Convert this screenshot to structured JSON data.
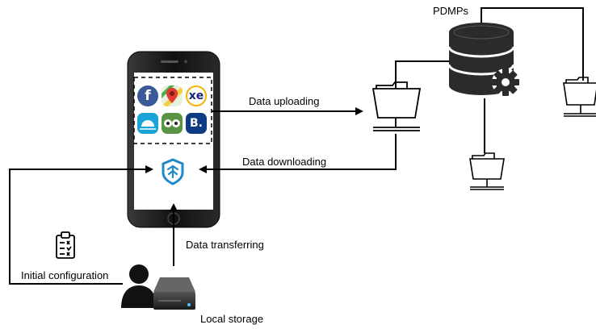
{
  "labels": {
    "pdmps": "PDMPs",
    "data_uploading": "Data uploading",
    "data_downloading": "Data downloading",
    "data_transferring": "Data transferring",
    "initial_configuration": "Initial configuration",
    "local_storage": "Local storage"
  },
  "apps": [
    {
      "name": "facebook-app-icon",
      "glyph": "f",
      "bg": "#3b5998"
    },
    {
      "name": "google-maps-app-icon",
      "glyph": "",
      "bg": "#ffffff"
    },
    {
      "name": "xe-app-icon",
      "glyph": "xe",
      "bg": "#ffffff"
    },
    {
      "name": "skyscanner-app-icon",
      "glyph": "",
      "bg": "#1aa3d6"
    },
    {
      "name": "tripadvisor-app-icon",
      "glyph": "oo",
      "bg": "#589442"
    },
    {
      "name": "booking-app-icon",
      "glyph": "B.",
      "bg": "#0d3b84"
    }
  ],
  "colors": {
    "line": "#000000",
    "phone_body": "#111111",
    "shield_app": "#1e88c8",
    "pdmp_database": "#2b2b2b"
  }
}
